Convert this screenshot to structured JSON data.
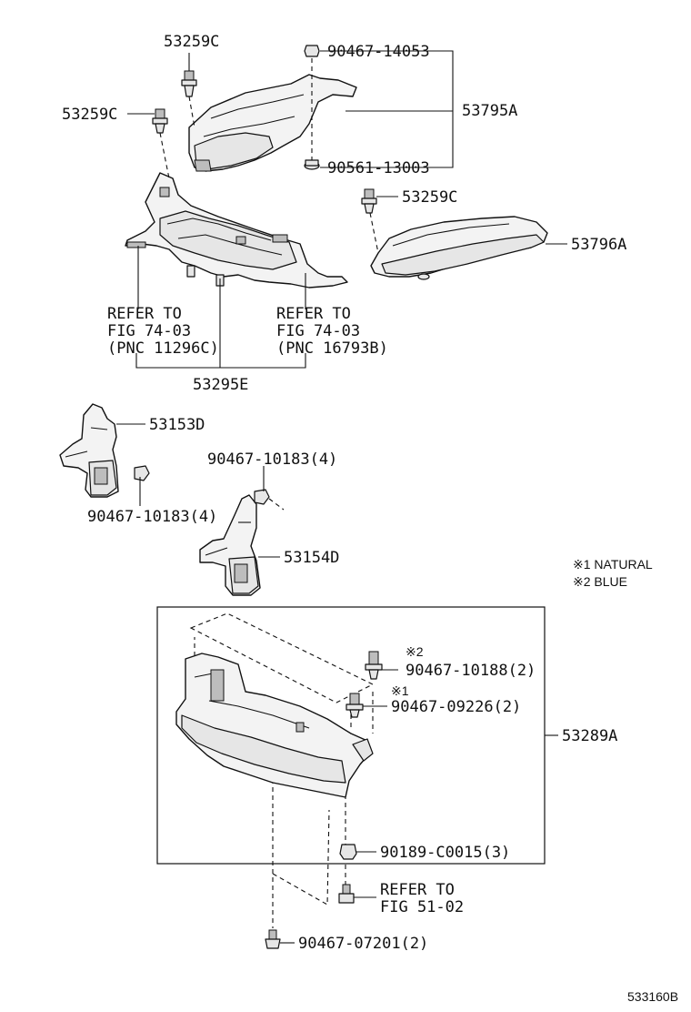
{
  "labels": {
    "p53259c_a": "53259C",
    "p53259c_b": "53259C",
    "p53259c_c": "53259C",
    "p90467_14053": "90467-14053",
    "p53795a": "53795A",
    "p90561_13003": "90561-13003",
    "p53796a": "53796A",
    "refer_left_1": "REFER TO",
    "refer_left_2": "FIG 74-03",
    "refer_left_3": "(PNC 11296C)",
    "refer_right_1": "REFER TO",
    "refer_right_2": "FIG 74-03",
    "refer_right_3": "(PNC 16793B)",
    "p53295e": "53295E",
    "p53153d": "53153D",
    "p90467_10183_a": "90467-10183(4)",
    "p90467_10183_b": "90467-10183(4)",
    "p53154d": "53154D",
    "note1": "※1 NATURAL",
    "note2": "※2 BLUE",
    "mark2": "※2",
    "mark1": "※1",
    "p90467_10188": "90467-10188(2)",
    "p90467_09226": "90467-09226(2)",
    "p53289a": "53289A",
    "p90189_c0015": "90189-C0015(3)",
    "refer_bottom_1": "REFER TO",
    "refer_bottom_2": "FIG 51-02",
    "p90467_07201": "90467-07201(2)",
    "diagram_code": "533160B"
  }
}
